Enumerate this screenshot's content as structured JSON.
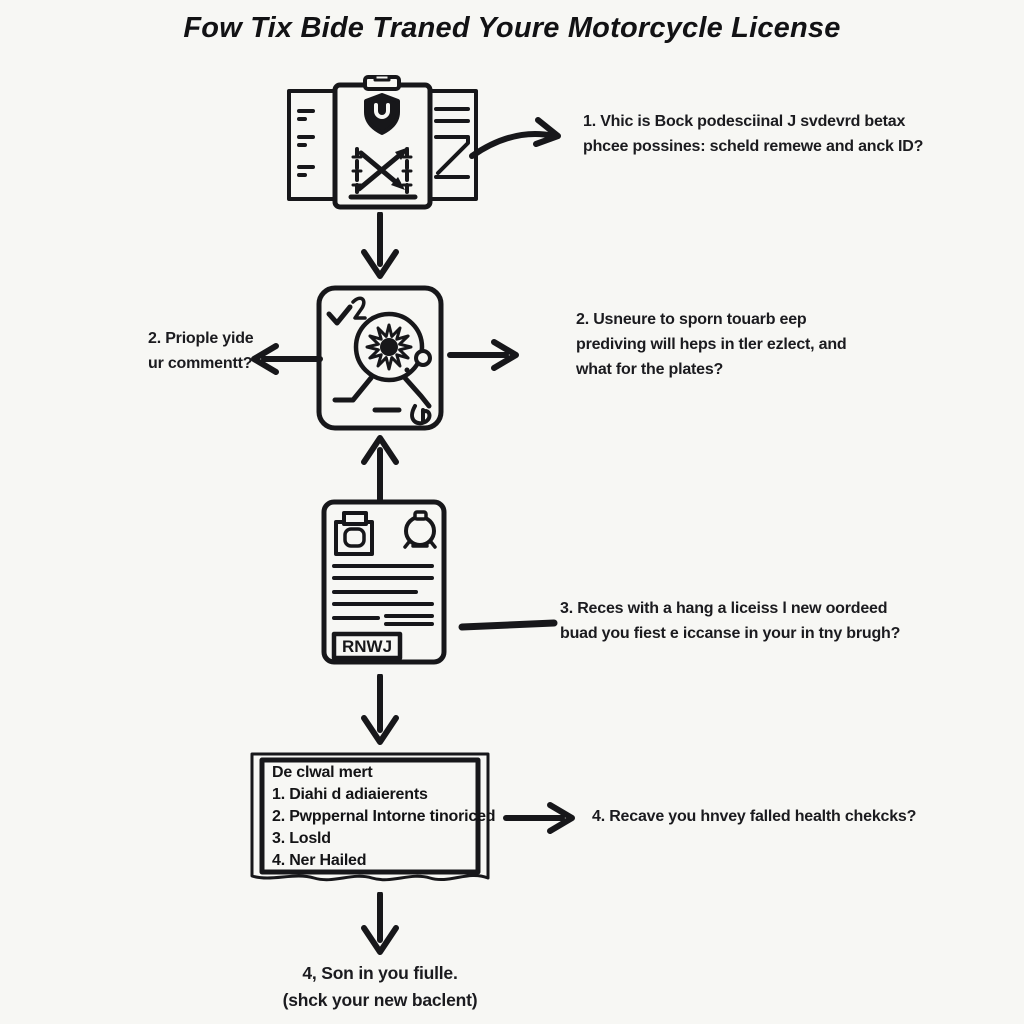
{
  "title": "Fow Tix Bide Traned Youre Motorcycle License",
  "colors": {
    "background": "#f7f7f4",
    "ink": "#17171a"
  },
  "icons": [
    "clipboard-test-icon",
    "training-card-icon",
    "license-document-icon",
    "requirements-list-icon",
    "arrow-down-icon",
    "arrow-up-icon",
    "arrow-left-icon",
    "arrow-right-icon",
    "curved-arrow-icon"
  ],
  "flow": {
    "step1": {
      "note_lines": [
        "1. Vhic is Bock podesciinal J svdevrd betax",
        "phcee possines: scheld remewe and anck ID?"
      ]
    },
    "step2": {
      "left_note_lines": [
        "2. Priople yide",
        "ur commentt?"
      ],
      "right_note_lines": [
        "2. Usneure to sporn touarb eep",
        "prediving will heps in tler ezlect, and",
        "what for the plates?"
      ]
    },
    "step3": {
      "plate_text": "RNWJ",
      "note_lines": [
        "3. Reces with a hang a liceiss l new oordeed",
        "buad you fiest e iccanse in your in tny brugh?"
      ]
    },
    "step4": {
      "list_header": "De clwal mert",
      "list_items": [
        "1. Diahi d adiaierents",
        "2. Pwppernal Intorne tinoriced",
        "3. Losld",
        "4. Ner Hailed"
      ],
      "note": "4. Recave you hnvey falled health chekcks?"
    },
    "final": {
      "lines": [
        "4, Son in you fiulle.",
        "(shck your new baclent)"
      ]
    }
  }
}
